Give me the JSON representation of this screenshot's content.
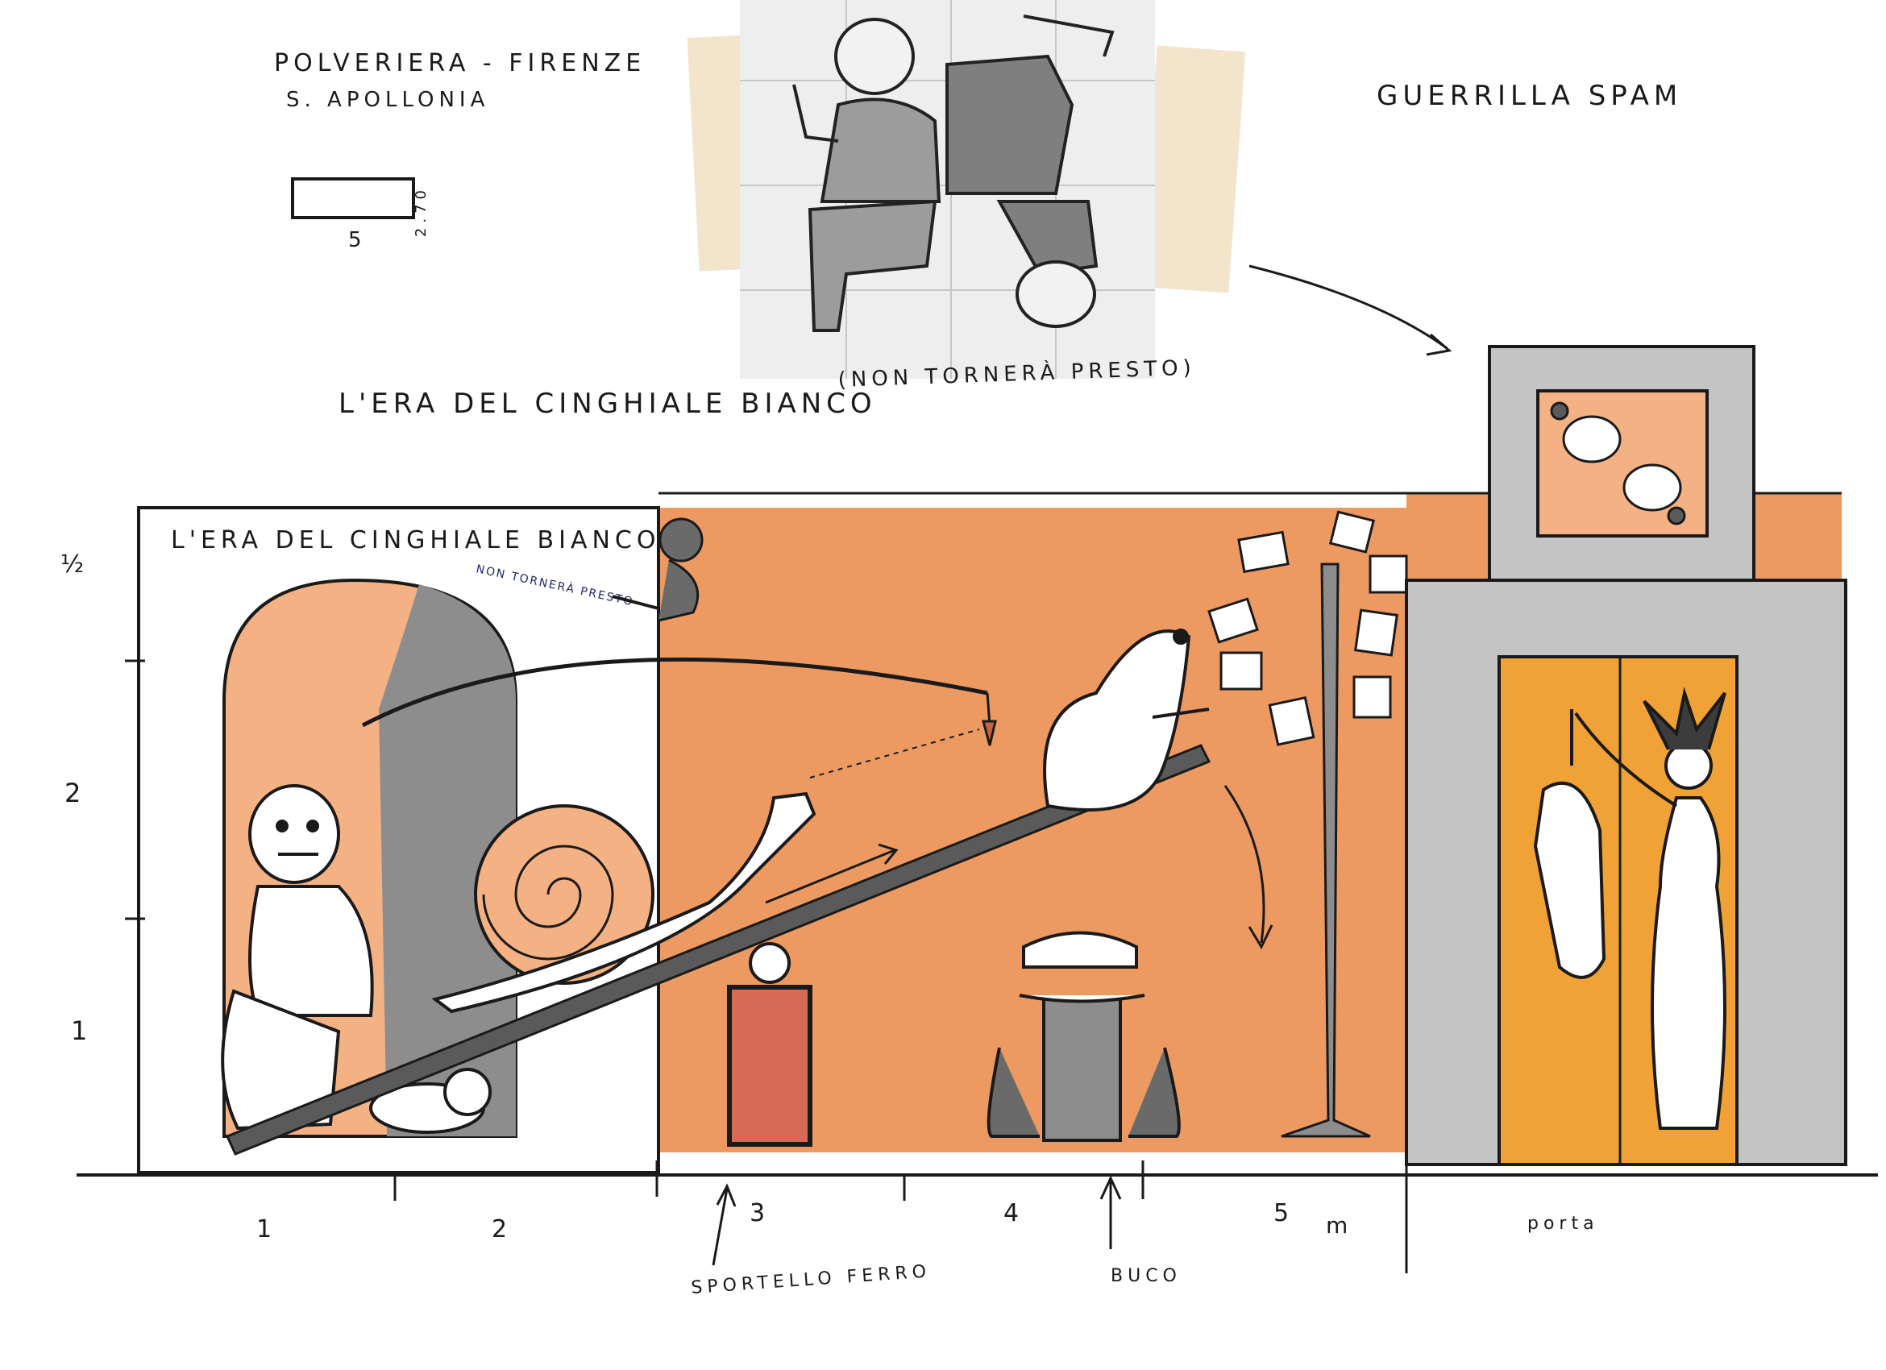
{
  "header": {
    "location_line1": "POLVERIERA - FIRENZE",
    "location_line2": "S. APOLLONIA",
    "title_right": "GUERRILLA SPAM",
    "wall_width": "5",
    "wall_height": "2.70"
  },
  "main_title": "L'ERA DEL CINGHIALE BIANCO",
  "main_subtitle": "(NON TORNERÀ PRESTO)",
  "mural_title": "L'ERA DEL CINGHIALE BIANCO",
  "mural_note": "NON TORNERÀ PRESTO",
  "left_scale": [
    "½",
    "2",
    "1"
  ],
  "bottom_scale": [
    "1",
    "2",
    "3",
    "4",
    "5",
    "m"
  ],
  "labels": {
    "door": "porta",
    "iron_ledge": "SPORTELLO FERRO",
    "hole": "BUCO"
  },
  "colors": {
    "orange": "#ec9a62",
    "orange_light": "#f3b184",
    "gray": "#8d8d8d",
    "gray_dark": "#5a5a5a",
    "door_yellow": "#f0a236",
    "red_box": "#d66a56",
    "tape": "#f1e2c7",
    "ink": "#1a1a1a"
  }
}
